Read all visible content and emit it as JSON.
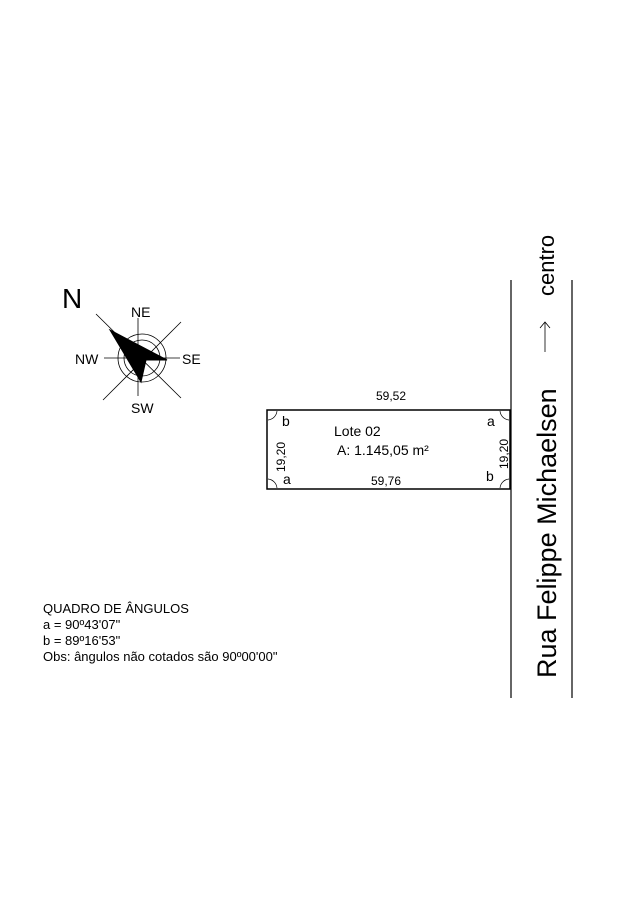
{
  "compass": {
    "north_label": "N",
    "ne_label": "NE",
    "nw_label": "NW",
    "se_label": "SE",
    "sw_label": "SW",
    "icon": "compass-rose-icon"
  },
  "lot": {
    "name": "Lote 02",
    "area": "A: 1.145,05 m²",
    "top_dimension": "59,52",
    "bottom_dimension": "59,76",
    "left_dimension": "19,20",
    "right_dimension": "19,20",
    "corner_top_left": "b",
    "corner_top_right": "a",
    "corner_bottom_left": "a",
    "corner_bottom_right": "b"
  },
  "street": {
    "name": "Rua Felippe Michaelsen",
    "direction_label": "centro",
    "direction_icon": "arrow-up-icon"
  },
  "angle_table": {
    "title": "QUADRO DE ÂNGULOS",
    "rows": [
      "a = 90º43'07\"",
      "b = 89º16'53\"",
      "Obs: ângulos não cotados são 90º00'00\""
    ]
  }
}
